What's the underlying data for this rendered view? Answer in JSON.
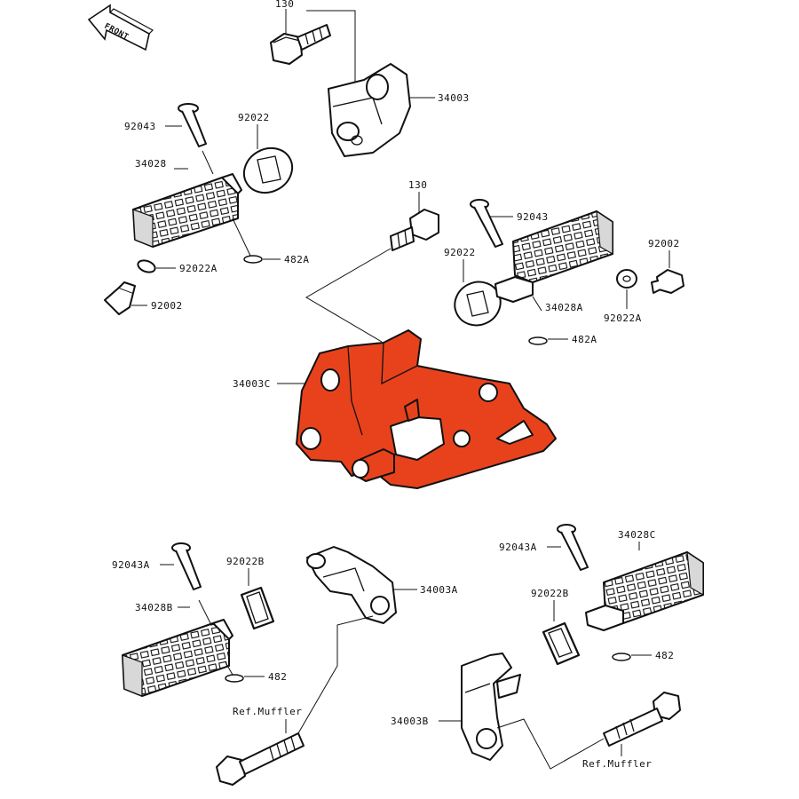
{
  "diagram": {
    "front_arrow": "FRONT",
    "accent_color": "#e8421c",
    "labels": {
      "bolt_top": "130",
      "bracket_top": "34003",
      "pin_left": "92043",
      "washer_left": "92022",
      "footpeg_left": "34028",
      "clip_left": "482A",
      "washer_small_left": "92022A",
      "spring_left": "92002",
      "bolt_mid": "130",
      "pin_right": "92043",
      "washer_right": "92022",
      "spring_right": "92002",
      "footpeg_right": "34028A",
      "washer_small_right": "92022A",
      "clip_right": "482A",
      "main_bracket": "34003C",
      "pin_rear_left": "92043A",
      "washer_rear_left": "92022B",
      "bracket_rear_left": "34003A",
      "footpeg_rear_left": "34028B",
      "clip_rear_left": "482",
      "muffler_left": "Ref.Muffler",
      "pin_rear_right": "92043A",
      "footpeg_rear_right": "34028C",
      "washer_rear_right": "92022B",
      "clip_rear_right": "482",
      "bracket_rear_right": "34003B",
      "muffler_right": "Ref.Muffler"
    }
  }
}
